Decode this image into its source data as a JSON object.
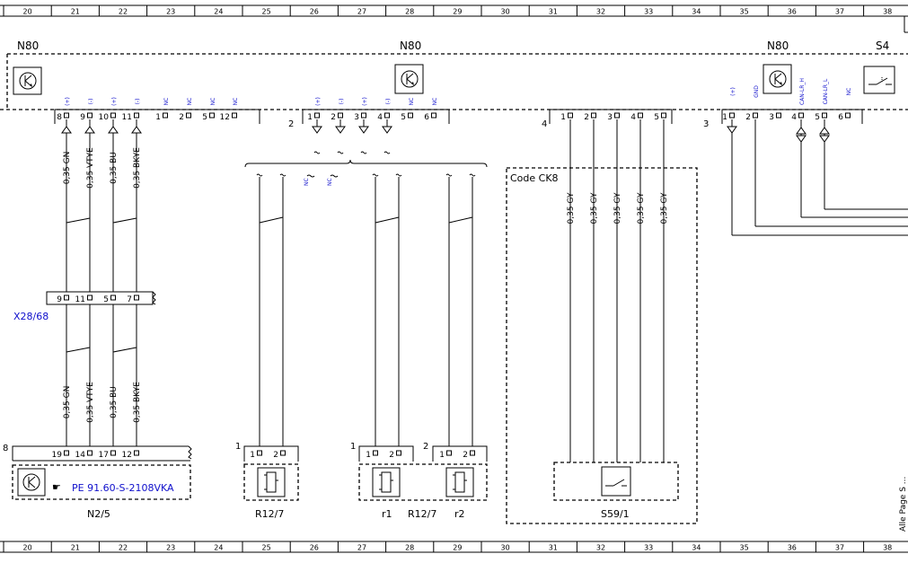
{
  "grid_columns": [
    "20",
    "21",
    "22",
    "23",
    "24",
    "25",
    "26",
    "27",
    "28",
    "29",
    "30",
    "31",
    "32",
    "33",
    "34",
    "35",
    "36",
    "37",
    "38"
  ],
  "components": {
    "n80_left": "N80",
    "n80_mid": "N80",
    "n80_right": "N80",
    "s4": "S4",
    "x28_68": "X28/68",
    "n2_5": "N2/5",
    "r12_7_single": "R12/7",
    "r12_7_group": "R12/7",
    "r1": "r1",
    "r2": "r2",
    "s59_1": "S59/1",
    "code_ck8": "Code CK8",
    "pe_ref": "PE 91.60-S-2108VKA",
    "side_note": "Alle Page S ..."
  },
  "n80_left_connector": {
    "pins": [
      {
        "num": "8",
        "sig": "(+)"
      },
      {
        "num": "9",
        "sig": "(-)"
      },
      {
        "num": "10",
        "sig": "(+)"
      },
      {
        "num": "11",
        "sig": "(-)"
      },
      {
        "num": "1",
        "sig": "NC"
      },
      {
        "num": "2",
        "sig": "NC"
      },
      {
        "num": "5",
        "sig": "NC"
      },
      {
        "num": "12",
        "sig": "NC"
      }
    ]
  },
  "n80_mid_connector": {
    "label": "2",
    "pins": [
      {
        "num": "1",
        "sig": "(+)"
      },
      {
        "num": "2",
        "sig": "(-)"
      },
      {
        "num": "3",
        "sig": "(+)"
      },
      {
        "num": "4",
        "sig": "(-)"
      },
      {
        "num": "5",
        "sig": "NC"
      },
      {
        "num": "6",
        "sig": "NC"
      }
    ]
  },
  "n80_ck8_connector": {
    "label": "4",
    "pins": [
      "1",
      "2",
      "3",
      "4",
      "5"
    ]
  },
  "n80_right_connector": {
    "label": "3",
    "pins": [
      {
        "num": "1",
        "sig": "(+)"
      },
      {
        "num": "2",
        "sig": "GND"
      },
      {
        "num": "3",
        "sig": ""
      },
      {
        "num": "4",
        "sig": "CAN-LR_H"
      },
      {
        "num": "5",
        "sig": "CAN-LR_L"
      },
      {
        "num": "6",
        "sig": "NC"
      }
    ]
  },
  "wires_upper": [
    "0,35 GN",
    "0,35 VTYE",
    "0,35 BU",
    "0,35 BKYE"
  ],
  "wires_lower": [
    "0,35 GN",
    "0,35 VTYE",
    "0,35 BU",
    "0,35 BKYE"
  ],
  "wires_ck8": [
    "0,35 GY",
    "0,35 GY",
    "0,35 GY",
    "0,35 GY",
    "0,35 GY"
  ],
  "x28_pins": [
    "9",
    "11",
    "5",
    "7"
  ],
  "n2_5_pins": [
    "19",
    "14",
    "17",
    "12"
  ],
  "n2_5_label": "8",
  "nc_labels": [
    "NC",
    "NC"
  ],
  "r12_7_single_connector": {
    "label": "1",
    "pins": [
      "1",
      "2"
    ]
  },
  "r1_connector": {
    "label": "1",
    "pins": [
      "1",
      "2"
    ]
  },
  "r2_connector": {
    "label": "2",
    "pins": [
      "1",
      "2"
    ]
  }
}
